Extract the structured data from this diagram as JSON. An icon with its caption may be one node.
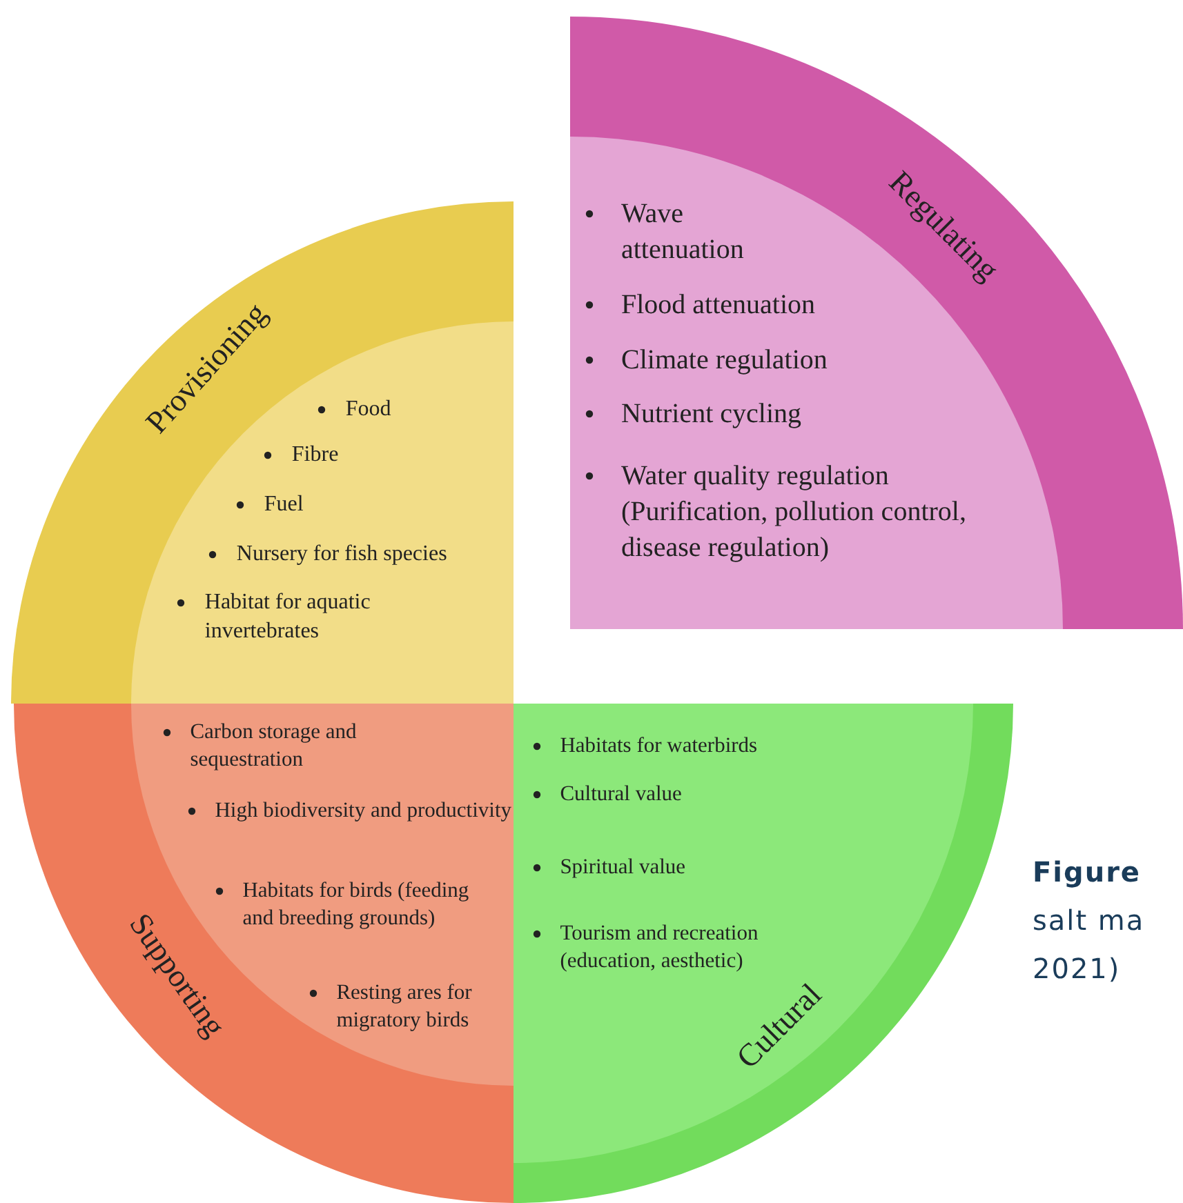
{
  "diagram": {
    "nodes": [
      {
        "text": [
          "Provisioning",
          "Food",
          "Fibre",
          "Fuel",
          "Nursery for fish species",
          "Habitat for aquatic invertebrates"
        ]
      },
      {
        "text": [
          "Regulating",
          "Wave attenuation",
          "Flood attenuation",
          "Climate regulation",
          "Nutrient cycling",
          "Water quality regulation (Purification, pollution control, disease regulation)"
        ]
      },
      {
        "text": [
          "Supporting",
          "Carbon storage and sequestration",
          "High biodiversity and productivity",
          "Habitats for birds (feeding and breeding grounds)",
          "Resting ares for migratory birds"
        ]
      },
      {
        "text": [
          "Cultural",
          "Habitats for waterbirds",
          "Cultural value",
          "Spiritual value",
          "Tourism and recreation (education, aesthetic)"
        ]
      }
    ],
    "labels": [
      "Figure",
      "salt ma",
      "2021)"
    ]
  }
}
